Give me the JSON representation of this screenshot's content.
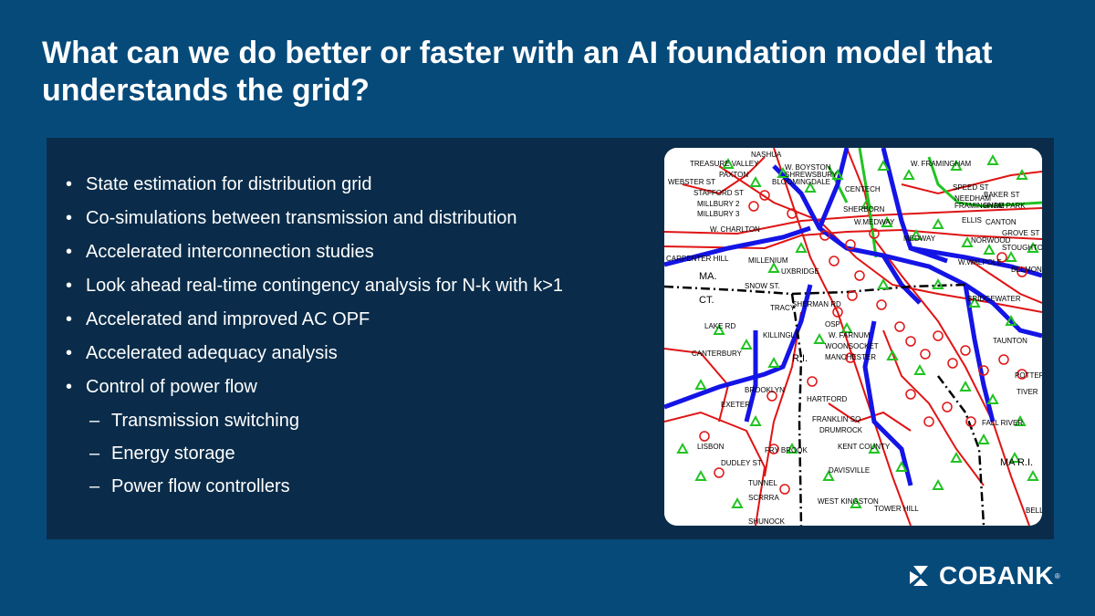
{
  "slide": {
    "title": "What can we do better or faster with an AI foundation model that understands the grid?",
    "bullets": [
      "State estimation for distribution grid",
      "Co-simulations between transmission and distribution",
      "Accelerated interconnection studies",
      "Look ahead real-time contingency analysis for N-k with k>1",
      "Accelerated and improved AC OPF",
      "Accelerated adequacy analysis",
      "Control of power flow"
    ],
    "sub_bullets": [
      "Transmission switching",
      "Energy storage",
      "Power flow controllers"
    ]
  },
  "map": {
    "labels": [
      "NASHUA",
      "TREASURE VALLEY",
      "W. BOYSTON",
      "SHREWSBURY",
      "PAXTON",
      "BLOOMINGDALE",
      "WEBSTER ST",
      "STAFFORD ST",
      "MILLBURY 2",
      "MILLBURY 3",
      "W. CHARLTON",
      "CENTECH",
      "SHERBORN",
      "W.MEDWAY",
      "MEDWAY",
      "SPEED ST",
      "NEEDHAM",
      "FRAMINGHAM",
      "NORWOOD",
      "CANTON",
      "ELLIS",
      "W. FRAMINGHAM",
      "CARPENTER HILL",
      "MILLENIUM",
      "UXBRIDGE",
      "SNOW ST.",
      "MA.",
      "CT.",
      "TRACY",
      "LAKE RD",
      "KILLINGLY",
      "CANTERBURY",
      "BROOKLYN",
      "EXETER",
      "LISBON",
      "FRY BROOK",
      "DUDLEY ST",
      "TUNNEL",
      "SCRRRA",
      "SHUNOCK",
      "W. FARNUM",
      "WOONSOCKET",
      "MANCHESTER",
      "HARTFORD",
      "FRANKLIN SQ",
      "DRUMROCK",
      "KENT COUNTY",
      "DAVISVILLE",
      "WEST KINGSTON",
      "TOWER HILL",
      "OSP",
      "SHERMAN RD",
      "R.I.",
      "W.WALPOLE",
      "BELMONT",
      "BRIDGEWATER",
      "TAUNTON",
      "FALL RIVER",
      "STOUGHTON",
      "GROVE ST",
      "HYDE PARK",
      "BAKER ST",
      "MA R.I.",
      "BELL",
      "POTTER",
      "TIVER"
    ],
    "colors": {
      "transmission_345": "#1414e6",
      "transmission_115": "#e01414",
      "green_line": "#22c322",
      "state_border": "#000000"
    }
  },
  "logo": {
    "text": "COBANK",
    "icon": "cobank-mark-icon",
    "trademark": "®"
  }
}
